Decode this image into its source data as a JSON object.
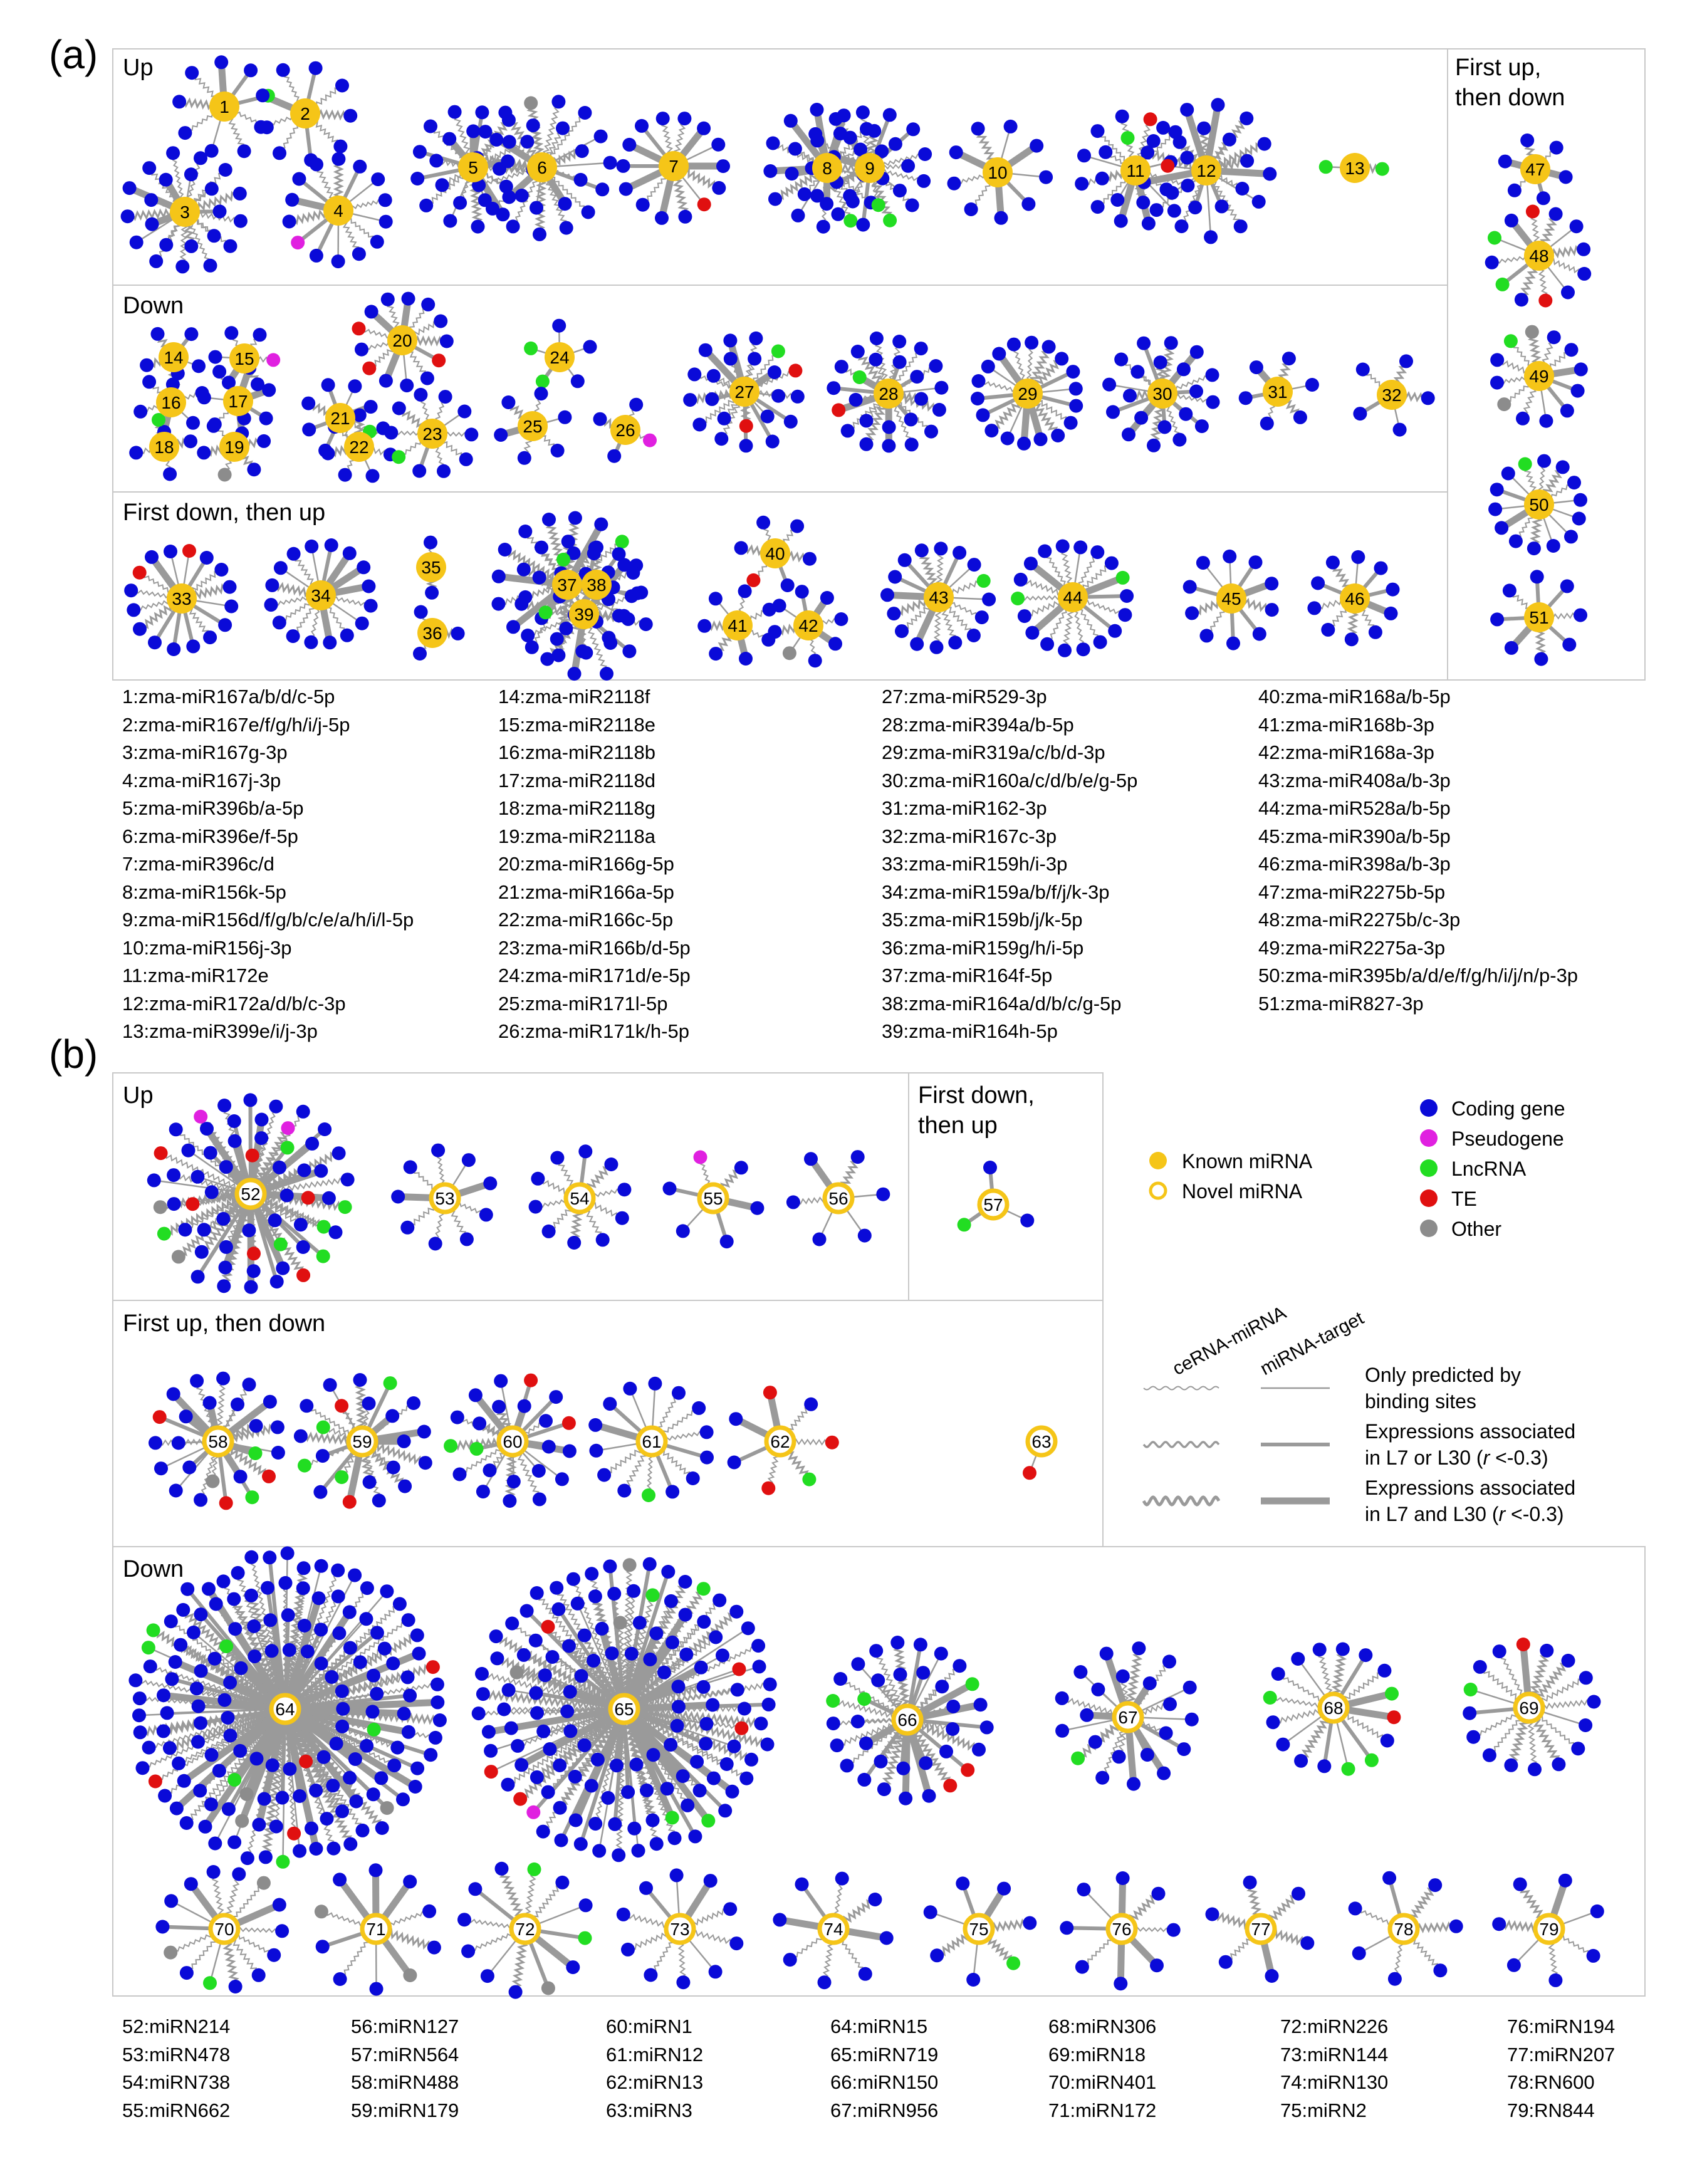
{
  "figure": {
    "panel_a_label": "(a)",
    "panel_b_label": "(b)"
  },
  "panel_a": {
    "groups": [
      {
        "title": "Up",
        "mirnas": [
          "1",
          "2",
          "3",
          "4",
          "5",
          "6",
          "7",
          "8",
          "9",
          "10",
          "11",
          "12",
          "13"
        ]
      },
      {
        "title": "Down",
        "mirnas": [
          "14",
          "15",
          "16",
          "17",
          "18",
          "19",
          "20",
          "21",
          "22",
          "23",
          "24",
          "25",
          "26",
          "27",
          "28",
          "29",
          "30",
          "31",
          "32"
        ]
      },
      {
        "title": "First down, then up",
        "mirnas": [
          "33",
          "34",
          "35",
          "36",
          "37",
          "38",
          "39",
          "40",
          "41",
          "42",
          "43",
          "44",
          "45",
          "46"
        ]
      },
      {
        "title": "First up, then down",
        "mirnas": [
          "47",
          "48",
          "49",
          "50",
          "51"
        ]
      }
    ],
    "first_up_title_line1": "First up,",
    "first_up_title_line2": "then down",
    "legend_entries": [
      "1:zma-miR167a/b/d/c-5p",
      "2:zma-miR167e/f/g/h/i/j-5p",
      "3:zma-miR167g-3p",
      "4:zma-miR167j-3p",
      "5:zma-miR396b/a-5p",
      "6:zma-miR396e/f-5p",
      "7:zma-miR396c/d",
      "8:zma-miR156k-5p",
      "9:zma-miR156d/f/g/b/c/e/a/h/i/l-5p",
      "10:zma-miR156j-3p",
      "11:zma-miR172e",
      "12:zma-miR172a/d/b/c-3p",
      "13:zma-miR399e/i/j-3p",
      "14:zma-miR2118f",
      "15:zma-miR2118e",
      "16:zma-miR2118b",
      "17:zma-miR2118d",
      "18:zma-miR2118g",
      "19:zma-miR2118a",
      "20:zma-miR166g-5p",
      "21:zma-miR166a-5p",
      "22:zma-miR166c-5p",
      "23:zma-miR166b/d-5p",
      "24:zma-miR171d/e-5p",
      "25:zma-miR171l-5p",
      "26:zma-miR171k/h-5p",
      "27:zma-miR529-3p",
      "28:zma-miR394a/b-5p",
      "29:zma-miR319a/c/b/d-3p",
      "30:zma-miR160a/c/d/b/e/g-5p",
      "31:zma-miR162-3p",
      "32:zma-miR167c-3p",
      "33:zma-miR159h/i-3p",
      "34:zma-miR159a/b/f/j/k-3p",
      "35:zma-miR159b/j/k-5p",
      "36:zma-miR159g/h/i-5p",
      "37:zma-miR164f-5p",
      "38:zma-miR164a/d/b/c/g-5p",
      "39:zma-miR164h-5p",
      "40:zma-miR168a/b-5p",
      "41:zma-miR168b-3p",
      "42:zma-miR168a-3p",
      "43:zma-miR408a/b-3p",
      "44:zma-miR528a/b-5p",
      "45:zma-miR390a/b-5p",
      "46:zma-miR398a/b-3p",
      "47:zma-miR2275b-5p",
      "48:zma-miR2275b/c-3p",
      "49:zma-miR2275a-3p",
      "50:zma-miR395b/a/d/e/f/g/h/i/j/n/p-3p",
      "51:zma-miR827-3p"
    ]
  },
  "panel_b": {
    "groups": [
      {
        "title": "Up",
        "mirnas": [
          "52",
          "53",
          "54",
          "55",
          "56"
        ]
      },
      {
        "title_line1": "First down,",
        "title_line2": "then up",
        "mirnas": [
          "57"
        ]
      },
      {
        "title": "First up, then down",
        "mirnas": [
          "58",
          "59",
          "60",
          "61",
          "62",
          "63"
        ]
      },
      {
        "title": "Down",
        "mirnas": [
          "64",
          "65",
          "66",
          "67",
          "68",
          "69",
          "70",
          "71",
          "72",
          "73",
          "74",
          "75",
          "76",
          "77",
          "78",
          "79"
        ]
      }
    ],
    "legend_entries": [
      "52:miRN214",
      "53:miRN478",
      "54:miRN738",
      "55:miRN662",
      "56:miRN127",
      "57:miRN564",
      "58:miRN488",
      "59:miRN179",
      "60:miRN1",
      "61:miRN12",
      "62:miRN13",
      "63:miRN3",
      "64:miRN15",
      "65:miRN719",
      "66:miRN150",
      "67:miRN956",
      "68:miRN306",
      "69:miRN18",
      "70:miRN401",
      "71:miRN172",
      "72:miRN226",
      "73:miRN144",
      "74:miRN130",
      "75:miRN2",
      "76:miRN194",
      "77:miRN207",
      "78:RN600",
      "79:RN844"
    ]
  },
  "legend": {
    "mirna_types": [
      {
        "label": "Known miRNA",
        "style": "filled",
        "color": "#F5C518"
      },
      {
        "label": "Novel miRNA",
        "style": "ring",
        "color": "#F5C518"
      }
    ],
    "target_types": [
      {
        "label": "Coding gene",
        "color": "#0A0AD8"
      },
      {
        "label": "Pseudogene",
        "color": "#E020E0"
      },
      {
        "label": "LncRNA",
        "color": "#22DD22"
      },
      {
        "label": "TE",
        "color": "#E01010"
      },
      {
        "label": "Other",
        "color": "#8C8C8C"
      }
    ],
    "edge_headers": {
      "cerna": "ceRNA-miRNA",
      "target": "miRNA-target"
    },
    "edge_rows": [
      {
        "line1": "Only predicted by",
        "line2": "binding sites",
        "line3": ""
      },
      {
        "line1": "Expressions associated",
        "line2": "in L7 or L30 (",
        "italic_r": "r",
        "line3": " <-0.3)"
      },
      {
        "line1": "Expressions associated",
        "line2": "in L7 and L30 (",
        "italic_r": "r",
        "line3": " <-0.3)"
      }
    ]
  },
  "colors": {
    "known_mirna": "#F5C518",
    "coding": "#0A0AD8",
    "pseudo": "#E020E0",
    "lnc": "#22DD22",
    "te": "#E01010",
    "other": "#8C8C8C",
    "edge": "#9A9A9A",
    "frame": "#C8C8C8"
  }
}
